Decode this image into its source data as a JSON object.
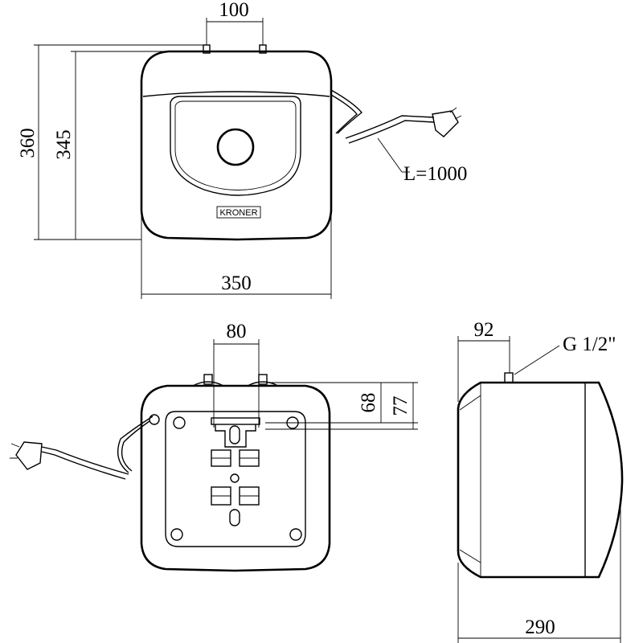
{
  "front_view": {
    "brand": "KRONER",
    "dims": {
      "pipe_spacing": "100",
      "total_height": "360",
      "body_height": "345",
      "width": "350",
      "cable_length": "L=1000"
    }
  },
  "rear_view": {
    "dims": {
      "pipe_spacing": "80",
      "bracket_offset_a": "68",
      "bracket_offset_b": "77"
    }
  },
  "side_view": {
    "dims": {
      "pipe_offset": "92",
      "thread": "G 1/2\"",
      "depth": "290"
    }
  }
}
